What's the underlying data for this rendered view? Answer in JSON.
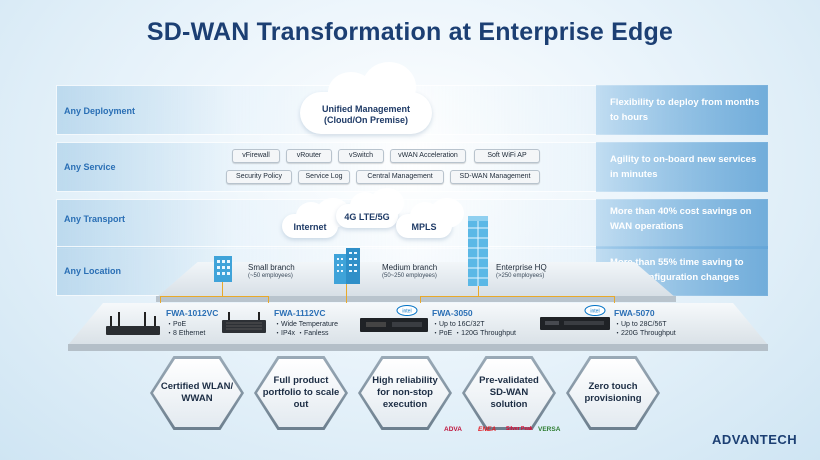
{
  "title": "SD-WAN Transformation at Enterprise Edge",
  "rows": [
    {
      "label": "Any Deployment",
      "benefit": "Flexibility to deploy from months to hours"
    },
    {
      "label": "Any Service",
      "benefit": "Agility to on-board new services in minutes"
    },
    {
      "label": "Any Transport",
      "benefit": "More than 40% cost savings on WAN operations"
    },
    {
      "label": "Any Location",
      "benefit": "More than 55% time saving to apply configuration changes"
    }
  ],
  "management": {
    "line1": "Unified Management",
    "line2": "(Cloud/On Premise)"
  },
  "services_row1": [
    "vFirewall",
    "vRouter",
    "vSwitch",
    "vWAN Acceleration",
    "Soft WiFi AP"
  ],
  "services_row2": [
    "Security Policy",
    "Service Log",
    "Central Management",
    "SD-WAN Management"
  ],
  "transports": [
    "Internet",
    "4G LTE/5G",
    "MPLS"
  ],
  "locations": [
    {
      "name": "Small branch",
      "sub": "(~50 employees)"
    },
    {
      "name": "Medium branch",
      "sub": "(50~250 employees)"
    },
    {
      "name": "Enterprise HQ",
      "sub": "(>250 employees)"
    }
  ],
  "devices": [
    {
      "name": "FWA-1012VC",
      "spec1": "・PoE",
      "spec2": "・8 Ethernet"
    },
    {
      "name": "FWA-1112VC",
      "spec1": "・Wide Temperature",
      "spec2": "・IP4x  ・Fanless"
    },
    {
      "name": "FWA-3050",
      "spec1": "・Up to 16C/32T",
      "spec2": "・PoE  ・120G Throughput"
    },
    {
      "name": "FWA-5070",
      "spec1": "・Up to 28C/56T",
      "spec2": "・220G Throughput"
    }
  ],
  "intel_badge": "intel select solution",
  "features": [
    "Certified WLAN/ WWAN",
    "Full product portfolio to scale out",
    "High reliability for non-stop execution",
    "Pre-validated SD-WAN solution",
    "Zero touch provisioning"
  ],
  "partners": [
    "ADVA",
    "ENEA",
    "Silver Peak",
    "VERSA"
  ],
  "brand": "ADVANTECH",
  "colors": {
    "title": "#1c3f73",
    "row_label": "#2a6fb5",
    "connector": "#e8a92a",
    "benefit_text": "#ffffff"
  }
}
